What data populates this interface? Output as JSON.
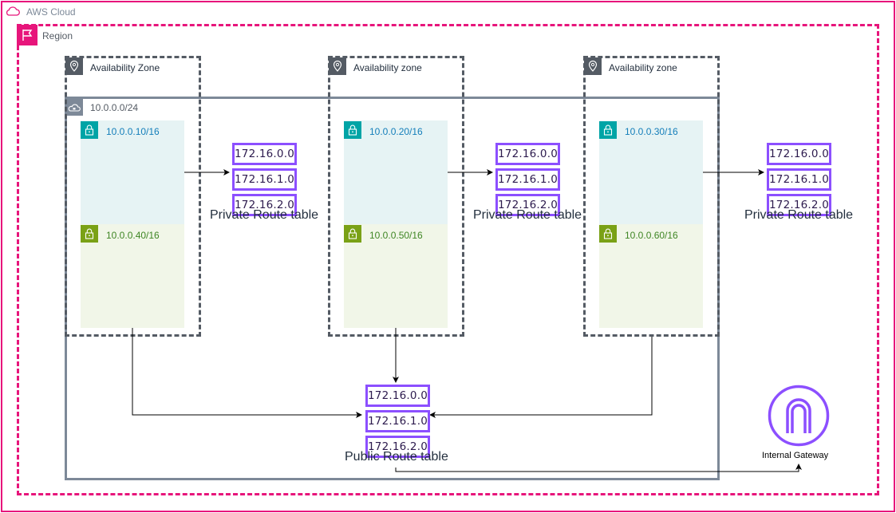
{
  "aws_cloud": {
    "label": "AWS Cloud",
    "color": "#e7157b"
  },
  "region": {
    "label": "Region",
    "color": "#e7157b"
  },
  "vpc": {
    "cidr": "10.0.0.0/24",
    "border_color": "#7d8998"
  },
  "availability_zones": [
    {
      "label": "Availability Zone",
      "private_subnet": "10.0.0.10/16",
      "public_subnet": "10.0.0.40/16",
      "private_route_table": {
        "routes": [
          "172.16.0.0",
          "172.16.1.0",
          "172.16.2.0"
        ],
        "title": "Private Route table"
      }
    },
    {
      "label": "Availability zone",
      "private_subnet": "10.0.0.20/16",
      "public_subnet": "10.0.0.50/16",
      "private_route_table": {
        "routes": [
          "172.16.0.0",
          "172.16.1.0",
          "172.16.2.0"
        ],
        "title": "Private Route table"
      }
    },
    {
      "label": "Availability zone",
      "private_subnet": "10.0.0.30/16",
      "public_subnet": "10.0.0.60/16",
      "private_route_table": {
        "routes": [
          "172.16.0.0",
          "172.16.1.0",
          "172.16.2.0"
        ],
        "title": "Private Route table"
      }
    }
  ],
  "public_route_table": {
    "routes": [
      "172.16.0.0",
      "172.16.1.0",
      "172.16.2.0"
    ],
    "title": "Public Route table"
  },
  "gateway": {
    "label": "Internal Gateway",
    "icon": "internet-gateway-icon",
    "color": "#8c4fff"
  },
  "colors": {
    "private_subnet_text": "#147eba",
    "public_subnet_text": "#3f8624",
    "route_border": "#8c4fff",
    "az_border": "#545b64"
  }
}
